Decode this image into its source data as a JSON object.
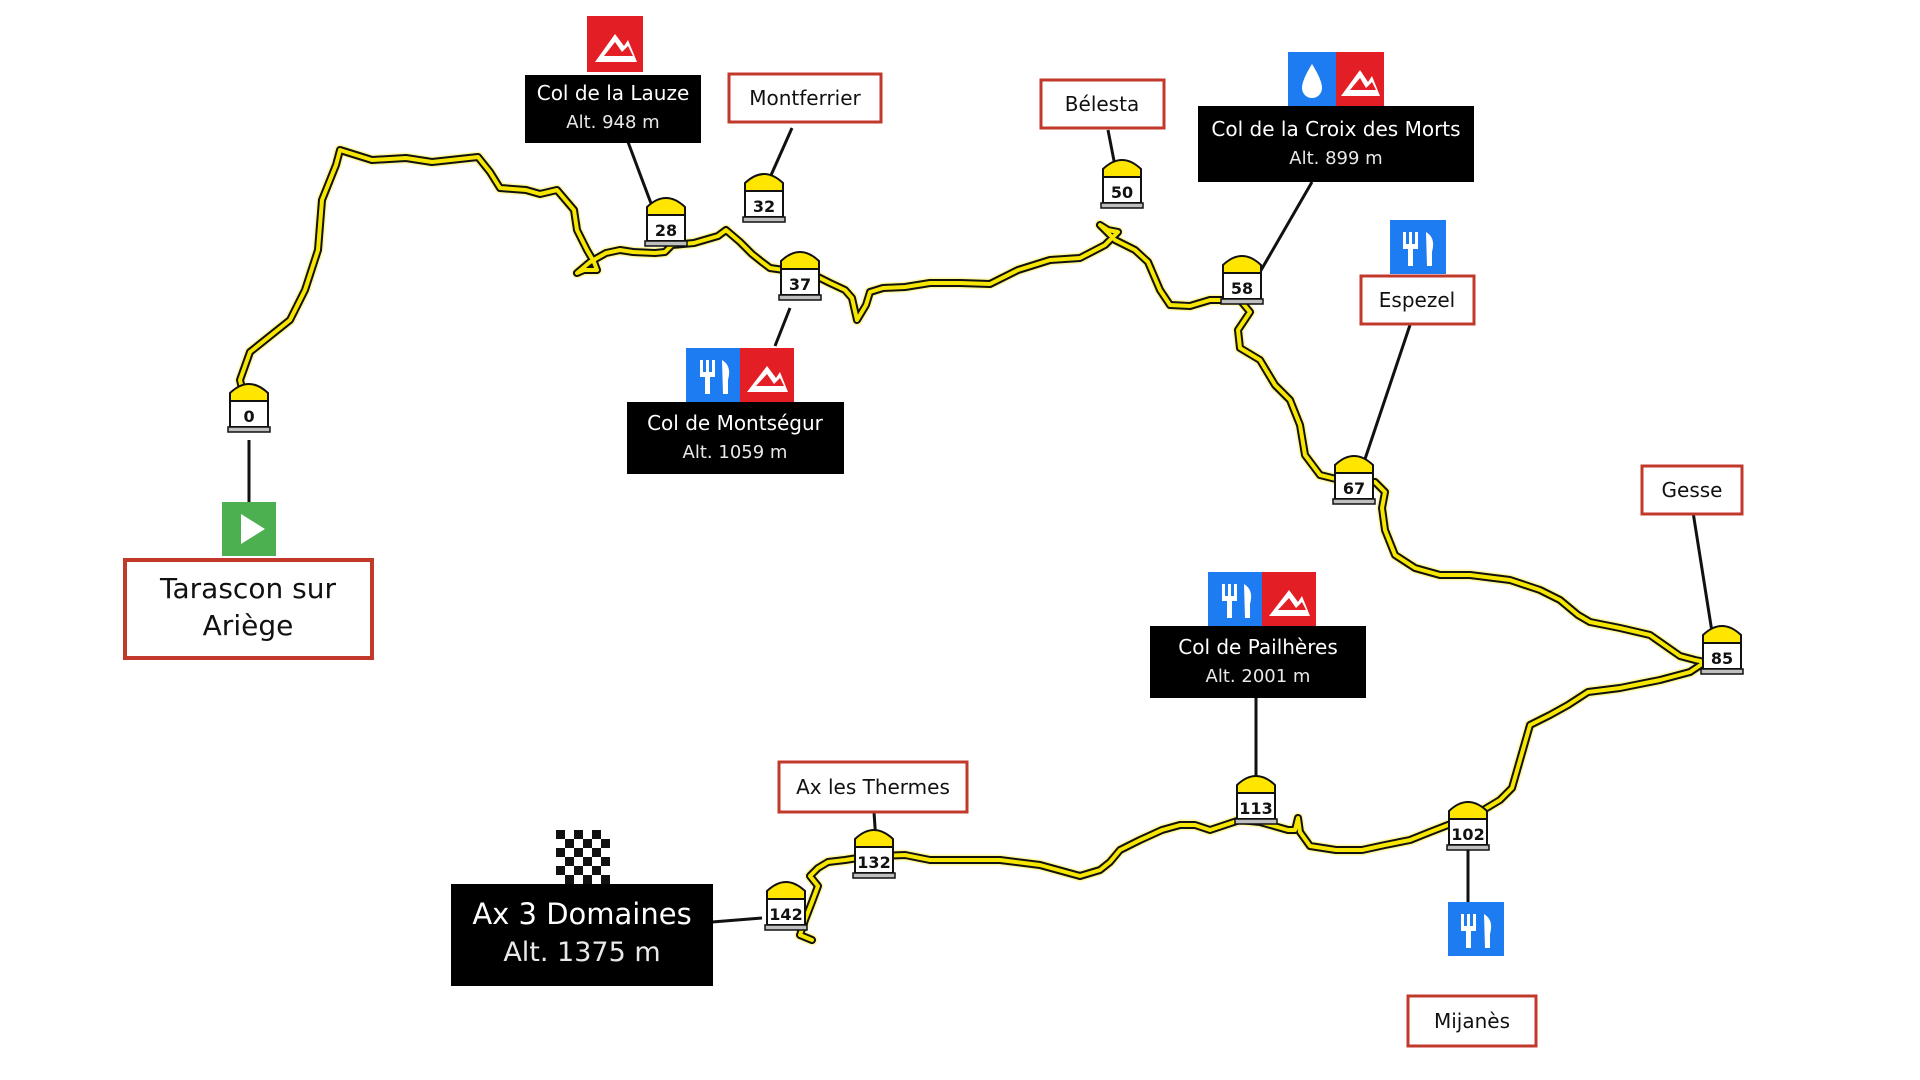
{
  "start": {
    "name": "Tarascon sur Ariège",
    "line1": "Tarascon sur",
    "line2": "Ariège",
    "icon": "play-icon",
    "color": "#4caf50"
  },
  "finish": {
    "name": "Ax 3 Domaines",
    "alt": "Alt. 1375 m",
    "icon": "checkered-flag-icon"
  },
  "passes": [
    {
      "id": "lauze",
      "name": "Col de la Lauze",
      "alt": "Alt. 948 m",
      "km": "28",
      "icons": [
        "mountain-icon"
      ]
    },
    {
      "id": "montsegur",
      "name": "Col de Montségur",
      "alt": "Alt. 1059 m",
      "km": "37",
      "icons": [
        "restaurant-icon",
        "mountain-icon"
      ]
    },
    {
      "id": "croix",
      "name": "Col de la Croix des Morts",
      "alt": "Alt. 899 m",
      "km": "58",
      "icons": [
        "water-drop-icon",
        "mountain-icon"
      ]
    },
    {
      "id": "pailheres",
      "name": "Col de Pailhères",
      "alt": "Alt. 2001 m",
      "km": "113",
      "icons": [
        "restaurant-icon",
        "mountain-icon"
      ]
    }
  ],
  "towns": [
    {
      "id": "tarascon",
      "km": "0"
    },
    {
      "id": "montferrier",
      "name": "Montferrier",
      "km": "32"
    },
    {
      "id": "belesta",
      "name": "Bélesta",
      "km": "50"
    },
    {
      "id": "espezel",
      "name": "Espezel",
      "km": "67",
      "icons": [
        "restaurant-icon"
      ]
    },
    {
      "id": "gesse",
      "name": "Gesse",
      "km": "85"
    },
    {
      "id": "mijanes",
      "name": "Mijanès",
      "km": "102",
      "icons": [
        "restaurant-icon"
      ]
    },
    {
      "id": "ax",
      "name": "Ax les Thermes",
      "km": "132"
    },
    {
      "id": "ax3",
      "km": "142"
    }
  ],
  "colors": {
    "route": "#f7e700",
    "route_outline": "#111111",
    "town_border": "#c0392b",
    "pass_bg": "#000000",
    "mountain": "#e31e24",
    "restaurant": "#1e7cf2",
    "water": "#1e7cf2",
    "start": "#4caf50",
    "marker_top": "#ffe600"
  }
}
